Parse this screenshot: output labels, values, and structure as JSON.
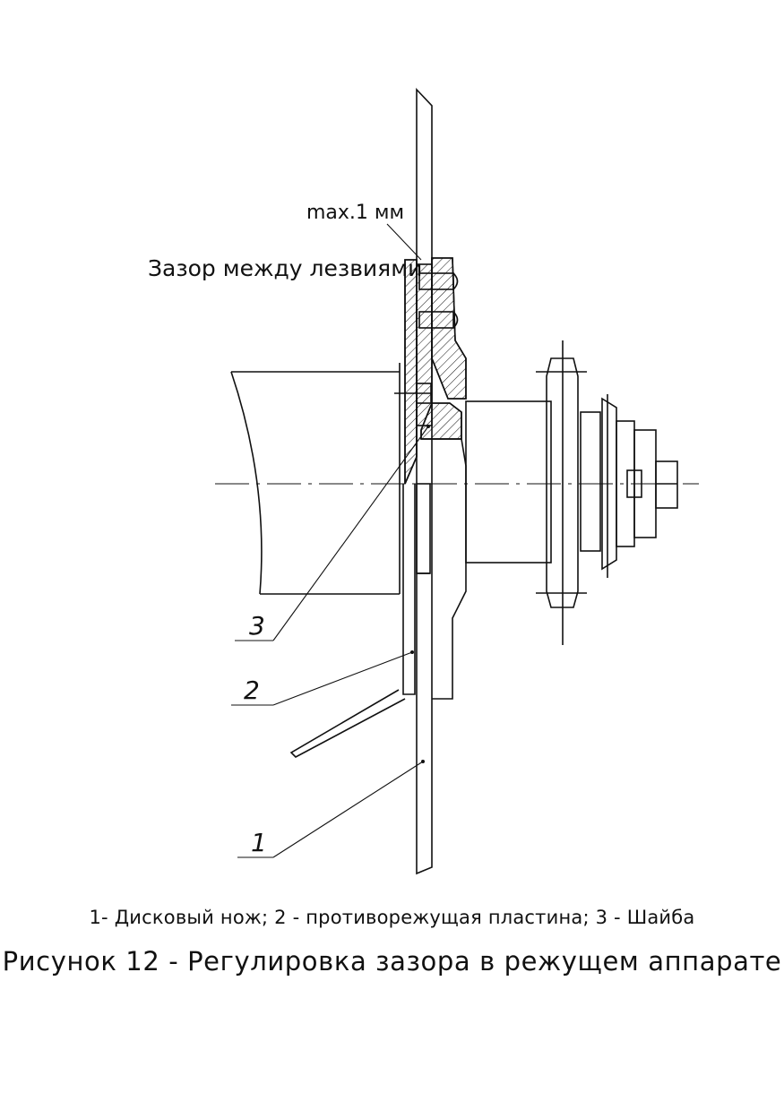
{
  "labels": {
    "gap_value": "max.1 мм",
    "gap_text": "Зазор между лезвиями",
    "callout_1": "1",
    "callout_2": "2",
    "callout_3": "3"
  },
  "caption": {
    "legend": "1- Дисковый нож; 2 - противорежущая пластина; 3 - Шайба",
    "title": "Рисунок 12 - Регулировка зазора в режущем аппарате"
  },
  "colors": {
    "ink": "#111111",
    "paper": "#ffffff"
  }
}
